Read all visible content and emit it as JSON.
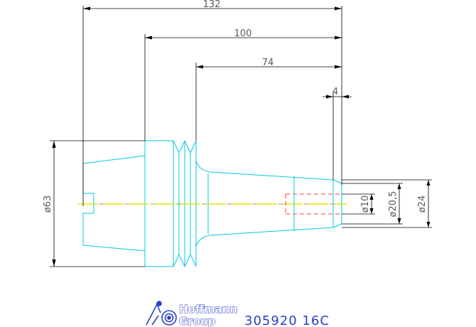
{
  "dimensions": {
    "total_length": "132",
    "length_100": "100",
    "length_74": "74",
    "length_4": "4",
    "dia_63": "ø63",
    "dia_10": "ø10",
    "dia_20_5": "ø20,5",
    "dia_24": "ø24"
  },
  "logo": {
    "line1": "Hoffmann",
    "line2": "Group"
  },
  "part_code": "305920  16C",
  "colors": {
    "outline": "#00c8dc",
    "dimension": "#000000",
    "centerline": "#e6e600",
    "hidden_bore": "#ff3c3c",
    "brand": "#2a3fc8"
  }
}
